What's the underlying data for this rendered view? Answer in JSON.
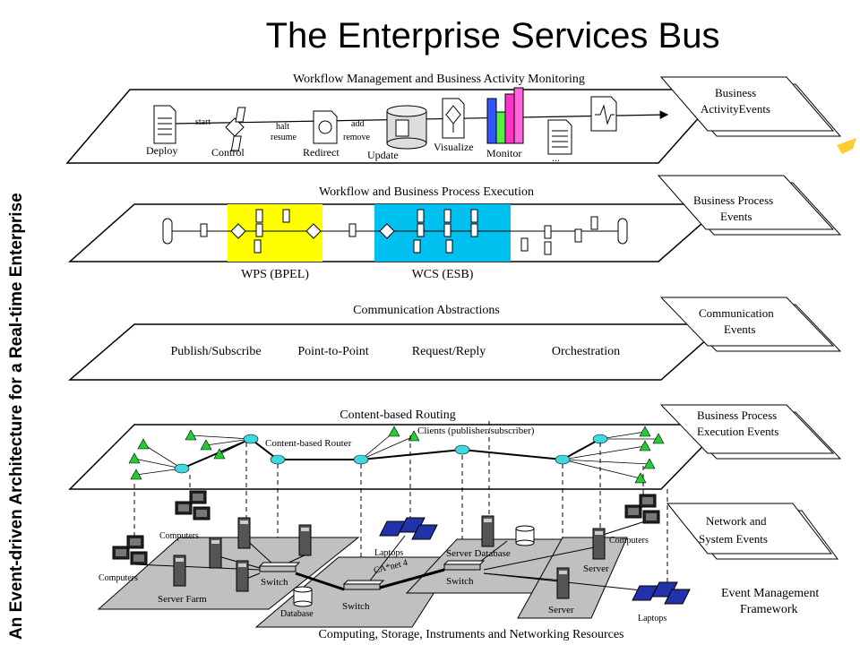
{
  "title": "The Enterprise Services Bus",
  "side_title": "An Event-driven Architecture for a Real-time Enterprise",
  "layers": {
    "workflow_mgmt": {
      "title": "Workflow Management and Business Activity Monitoring",
      "labels": {
        "deploy": "Deploy",
        "start": "start",
        "control": "Control",
        "halt": "halt",
        "resume": "resume",
        "redirect": "Redirect",
        "add": "add",
        "remove": "remove",
        "update": "Update",
        "visualize": "Visualize",
        "monitor": "Monitor",
        "ellipsis": "..."
      }
    },
    "workflow_exec": {
      "title": "Workflow and Business Process Execution",
      "wps": "WPS (BPEL)",
      "wcs": "WCS (ESB)"
    },
    "communication": {
      "title": "Communication Abstractions",
      "items": [
        "Publish/Subscribe",
        "Point-to-Point",
        "Request/Reply",
        "Orchestration"
      ]
    },
    "routing": {
      "title": "Content-based Routing",
      "router": "Content-based Router",
      "clients": "Clients (publisher/subscriber)"
    },
    "resources": {
      "title": "Computing, Storage, Instruments and Networking Resources",
      "labels": {
        "computers1": "Computers",
        "computers2": "Computers",
        "computers3": "Computers",
        "server_farm": "Server Farm",
        "switch1": "Switch",
        "switch2": "Switch",
        "switch3": "Switch",
        "database1": "Database",
        "laptops1": "Laptops",
        "laptops2": "Laptops",
        "canet": "CA*net 4",
        "server_db": "Server Database",
        "server1": "Server",
        "server2": "Server"
      }
    }
  },
  "events": [
    {
      "line1": "Business",
      "line2": "ActivityEvents"
    },
    {
      "line1": "Business Process",
      "line2": "Events"
    },
    {
      "line1": "Communication",
      "line2": "Events"
    },
    {
      "line1": "Business Process",
      "line2": "Execution Events"
    },
    {
      "line1": "Network and",
      "line2": "System Events"
    }
  ],
  "framework": {
    "line1": "Event Management",
    "line2": "Framework"
  },
  "colors": {
    "wps": "#ffff00",
    "wcs": "#00c0f0",
    "node": "#40d8e0",
    "client": "#22cc33",
    "net_plane": "#c0c0c0",
    "monitor_blue": "#3355ff",
    "monitor_pink": "#ff33cc",
    "monitor_green": "#55ee44"
  }
}
